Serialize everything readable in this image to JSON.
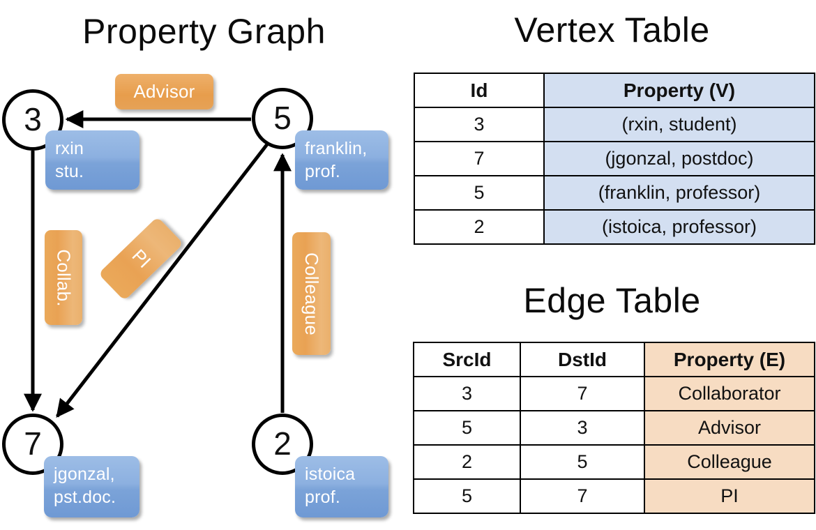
{
  "titles": {
    "property_graph": "Property Graph",
    "vertex_table": "Vertex Table",
    "edge_table": "Edge Table"
  },
  "graph": {
    "nodes": [
      {
        "id": "3",
        "label": "3",
        "property_line1": "rxin",
        "property_line2": "stu."
      },
      {
        "id": "5",
        "label": "5",
        "property_line1": "franklin,",
        "property_line2": "prof."
      },
      {
        "id": "7",
        "label": "7",
        "property_line1": "jgonzal,",
        "property_line2": "pst.doc."
      },
      {
        "id": "2",
        "label": "2",
        "property_line1": "istoica",
        "property_line2": "prof."
      }
    ],
    "edge_labels": [
      {
        "key": "advisor",
        "text": "Advisor"
      },
      {
        "key": "collab",
        "text": "Collab."
      },
      {
        "key": "pi",
        "text": "PI"
      },
      {
        "key": "colleague",
        "text": "Colleague"
      }
    ]
  },
  "vertex_table": {
    "headers": [
      "Id",
      "Property (V)"
    ],
    "rows": [
      {
        "id": "3",
        "property": "(rxin, student)"
      },
      {
        "id": "7",
        "property": "(jgonzal, postdoc)"
      },
      {
        "id": "5",
        "property": "(franklin, professor)"
      },
      {
        "id": "2",
        "property": "(istoica, professor)"
      }
    ]
  },
  "edge_table": {
    "headers": [
      "SrcId",
      "DstId",
      "Property (E)"
    ],
    "rows": [
      {
        "src": "3",
        "dst": "7",
        "property": "Collaborator"
      },
      {
        "src": "5",
        "dst": "3",
        "property": "Advisor"
      },
      {
        "src": "2",
        "dst": "5",
        "property": "Colleague"
      },
      {
        "src": "5",
        "dst": "7",
        "property": "PI"
      }
    ]
  },
  "colors": {
    "vertex_property_fill": "#d3dff1",
    "edge_property_fill": "#f7dcc2",
    "node_property_bubble": "#8cb0e0",
    "edge_label_bubble": "#e9a254",
    "stroke": "#000000"
  }
}
